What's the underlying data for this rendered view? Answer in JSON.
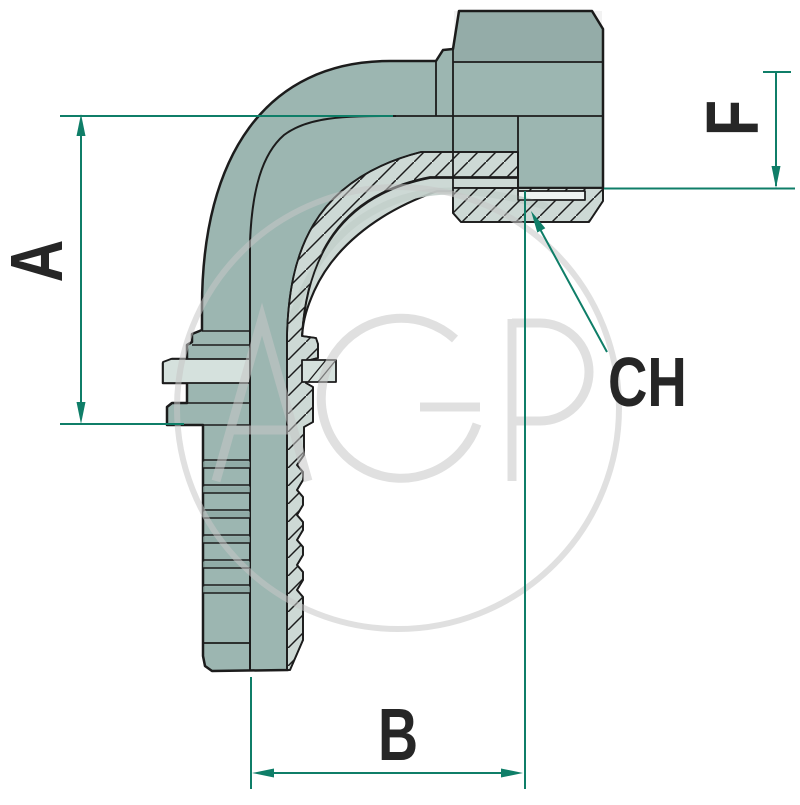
{
  "drawing": {
    "title": "90 degree elbow hose fitting section drawing",
    "watermark_text": "AGP",
    "labels": {
      "a": "A",
      "b": "B",
      "f": "F",
      "ch": "CH"
    },
    "colors": {
      "background": "#ffffff",
      "body": "#9cb6b1",
      "section_light": "#cdd9d5",
      "slot_light": "#eef3f1",
      "outline": "#1c1c1c",
      "dimension": "#0f7e68",
      "label_text": "#262626",
      "watermark": "#c7c7c7"
    }
  }
}
